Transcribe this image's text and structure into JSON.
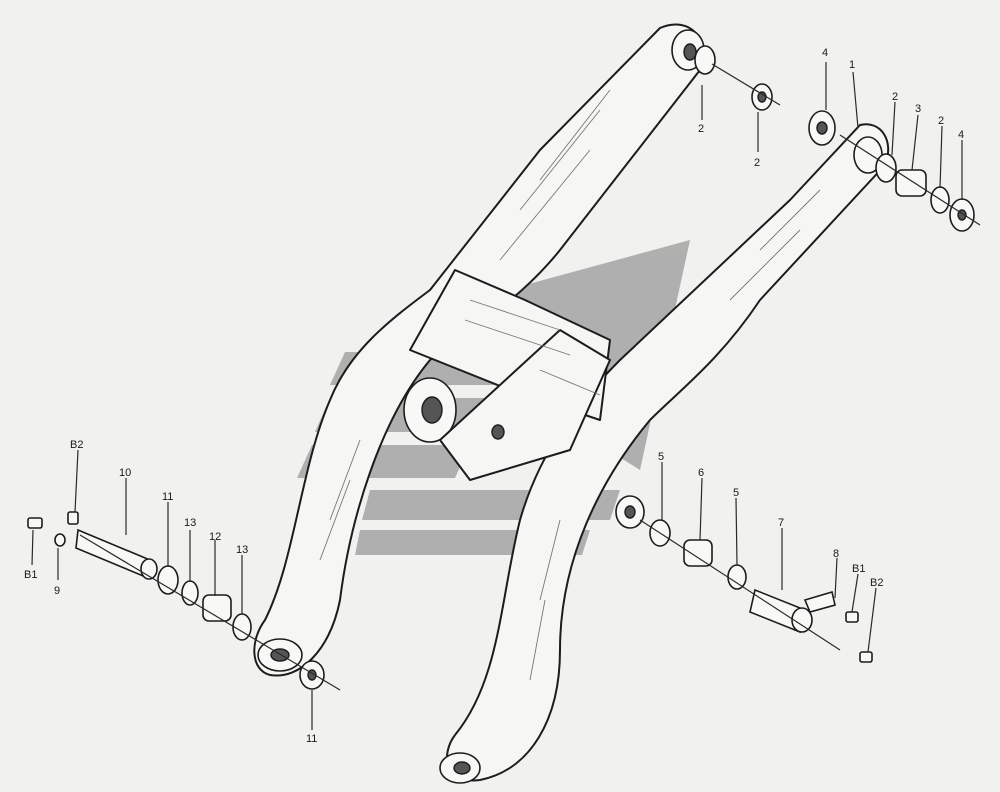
{
  "watermark_color": "#9a9a9a",
  "labels": {
    "top_left_2a": "2",
    "top_left_2b": "2",
    "top_right_4a": "4",
    "top_right_1": "1",
    "top_right_2a": "2",
    "top_right_3": "3",
    "top_right_2b": "2",
    "top_right_4b": "4",
    "left_B2": "B2",
    "left_10": "10",
    "left_11a": "11",
    "left_13a": "13",
    "left_12": "12",
    "left_13b": "13",
    "left_B1": "B1",
    "left_9": "9",
    "left_11b": "11",
    "right_5a": "5",
    "right_6": "6",
    "right_5b": "5",
    "right_7": "7",
    "right_8": "8",
    "right_B1": "B1",
    "right_B2": "B2"
  }
}
